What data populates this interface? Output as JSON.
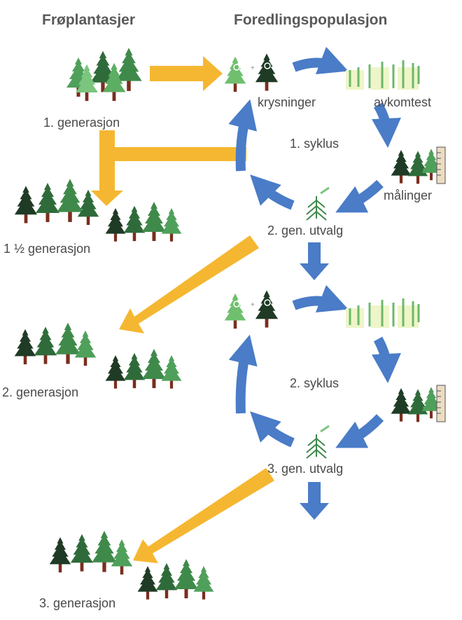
{
  "headers": {
    "left": "Frøplantasjer",
    "right": "Foredlingspopulasjon"
  },
  "labels": {
    "gen1": "1. generasjon",
    "gen1_5": "1 ½ generasjon",
    "gen2": "2. generasjon",
    "gen3": "3. generasjon",
    "crossings": "krysninger",
    "progeny_test": "avkomtest",
    "measurements": "målinger",
    "cycle1": "1. syklus",
    "cycle2": "2. syklus",
    "selection2": "2. gen. utvalg",
    "selection3": "3. gen. utvalg"
  },
  "colors": {
    "orange_arrow": "#f5b731",
    "blue_arrow": "#4a7cc7",
    "text": "#4a4a4a",
    "header": "#595959",
    "tree_dark": "#1f3a25",
    "tree_mid": "#2f6b3a",
    "tree_light": "#4fa05a",
    "tree_pale": "#7cc57e",
    "trunk": "#7a2e1e",
    "seedling_bg": "#eef5c8"
  },
  "icons": [
    "tree-group-icon",
    "crossing-trees-icon",
    "seedlings-icon",
    "measured-trees-icon",
    "ruler-icon",
    "selected-tree-icon"
  ]
}
